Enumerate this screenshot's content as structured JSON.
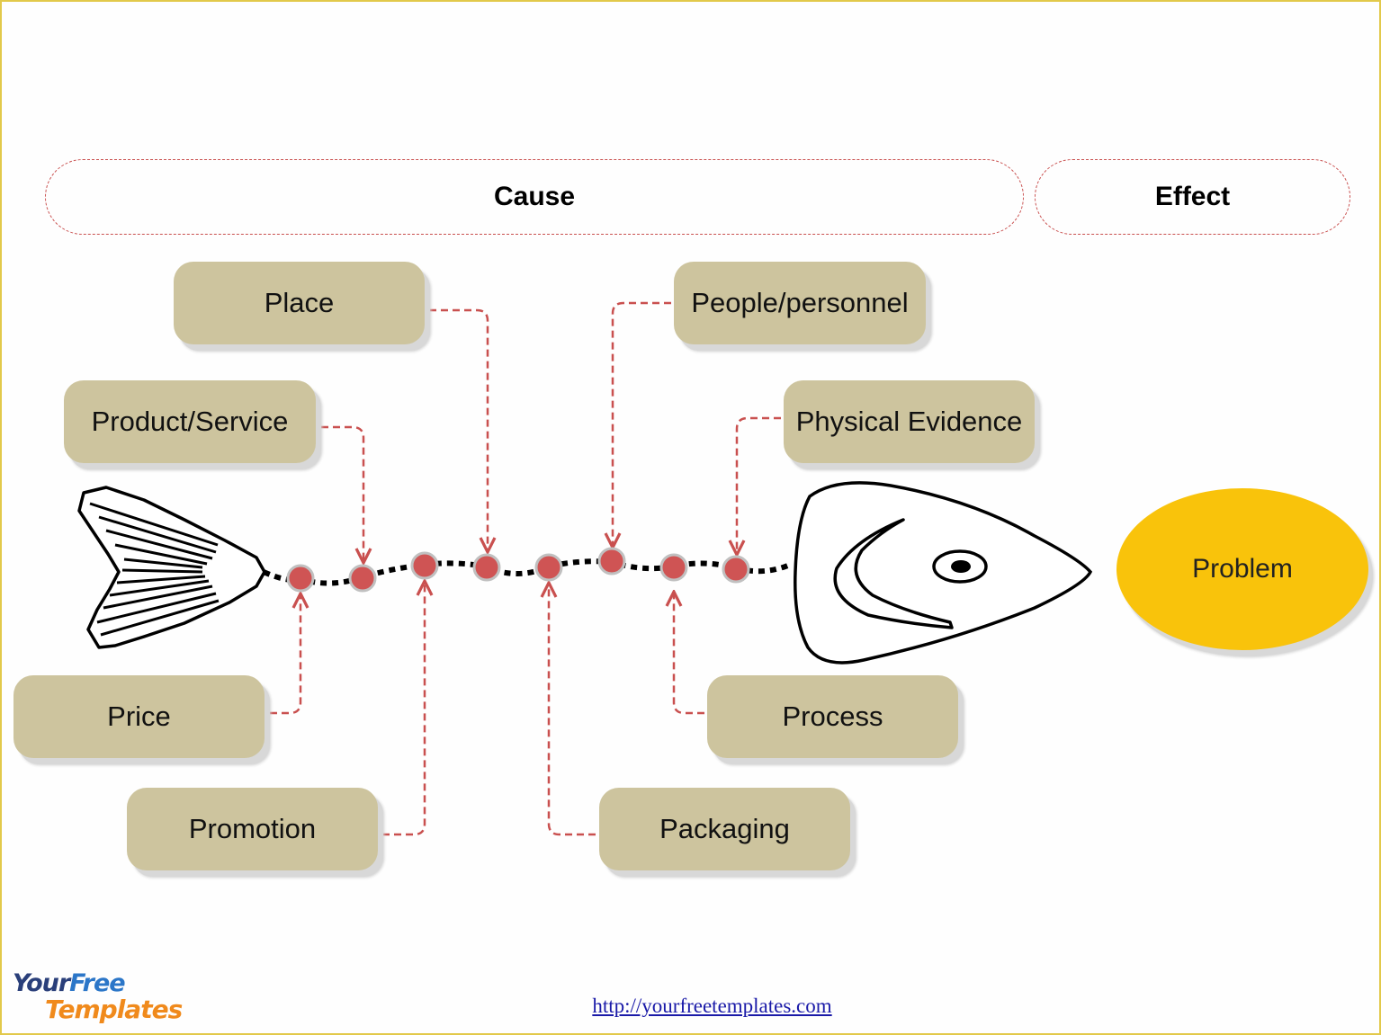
{
  "header": {
    "cause_label": "Cause",
    "effect_label": "Effect"
  },
  "causes": {
    "place": "Place",
    "product_service": "Product/Service",
    "people_personnel": "People/personnel",
    "physical_evidence": "Physical Evidence",
    "price": "Price",
    "promotion": "Promotion",
    "process": "Process",
    "packaging": "Packaging"
  },
  "effect": {
    "problem": "Problem"
  },
  "footer": {
    "url": "http://yourfreetemplates.com"
  },
  "logo": {
    "line1_your": "Your",
    "line1_free": "Free",
    "line2": "Templates"
  },
  "colors": {
    "cause_box": "#cdc49e",
    "problem": "#f9c30b",
    "connector": "#c9504f",
    "node": "#cf5454",
    "border": "#e2c94b"
  }
}
